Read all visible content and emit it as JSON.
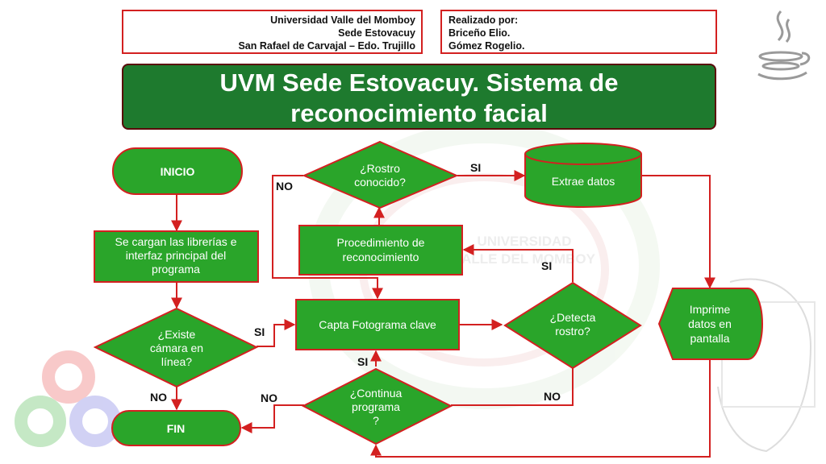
{
  "header": {
    "left": [
      "Universidad Valle del Momboy",
      "Sede Estovacuy",
      "San Rafael de Carvajal – Edo. Trujillo"
    ],
    "right": [
      "Realizado por:",
      "Briceño Elio.",
      "Gómez Rogelio."
    ]
  },
  "title": [
    "UVM Sede Estovacuy. Sistema de",
    "reconocimiento facial"
  ],
  "watermark": [
    "UNIVERSIDAD",
    "VALLE DEL MOMBOY"
  ],
  "nodes": {
    "inicio": "INICIO",
    "cargan": [
      "Se cargan las librerías e",
      "interfaz principal del",
      "programa"
    ],
    "existe": [
      "¿Existe",
      "cámara en",
      "línea?"
    ],
    "fin": "FIN",
    "capta": "Capta Fotograma clave",
    "continua": [
      "¿Continua",
      "programa",
      "?"
    ],
    "procedimiento": [
      "Procedimiento de",
      "reconocimiento"
    ],
    "rostro": [
      "¿Rostro",
      "conocido?"
    ],
    "extrae": "Extrae datos",
    "detecta": [
      "¿Detecta",
      "rostro?"
    ],
    "imprime": [
      "Imprime",
      "datos en",
      "pantalla"
    ]
  },
  "edges": {
    "existe_si": "SI",
    "existe_no": "NO",
    "continua_si": "SI",
    "continua_no": "NO",
    "rostro_si": "SI",
    "rostro_no": "NO",
    "detecta_si": "SI",
    "detecta_no": "NO"
  },
  "colors": {
    "node_fill": "#2aa52a",
    "node_stroke": "#d32020",
    "title_fill": "#1e7a2e",
    "edge": "#d32020"
  }
}
